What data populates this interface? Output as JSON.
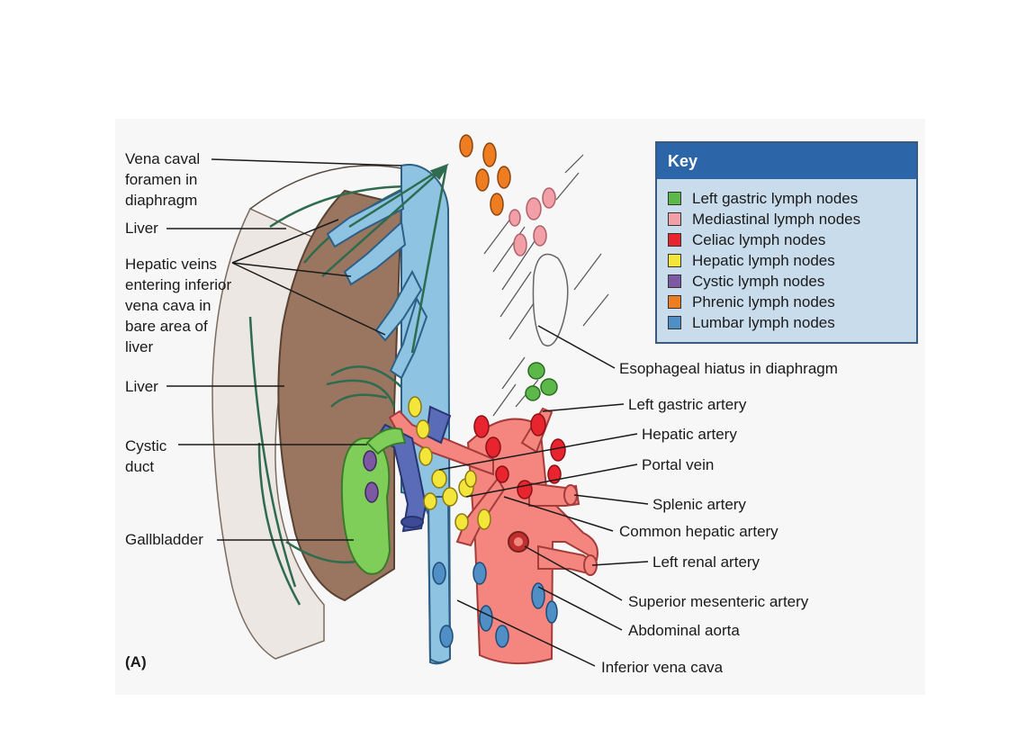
{
  "figure": {
    "panel_letter": "(A)",
    "labels": {
      "vena_caval_foramen": "Vena caval\nforamen in\ndiaphragm",
      "liver_upper": "Liver",
      "hepatic_veins": "Hepatic veins\nentering inferior\nvena cava in\nbare area of\nliver",
      "liver_lower": "Liver",
      "cystic_duct": "Cystic\nduct",
      "gallbladder": "Gallbladder",
      "esophageal_hiatus": "Esophageal hiatus in diaphragm",
      "left_gastric_artery": "Left gastric artery",
      "hepatic_artery": "Hepatic artery",
      "portal_vein": "Portal vein",
      "splenic_artery": "Splenic artery",
      "common_hepatic_artery": "Common hepatic artery",
      "left_renal_artery": "Left renal artery",
      "superior_mesenteric_artery": "Superior mesenteric artery",
      "abdominal_aorta": "Abdominal aorta",
      "inferior_vena_cava": "Inferior vena cava"
    },
    "key": {
      "title": "Key",
      "items": [
        {
          "label": "Left gastric lymph nodes",
          "color": "#5cb848"
        },
        {
          "label": "Mediastinal lymph nodes",
          "color": "#f2a0a8"
        },
        {
          "label": "Celiac lymph nodes",
          "color": "#e8252e"
        },
        {
          "label": "Hepatic lymph nodes",
          "color": "#f3e53a"
        },
        {
          "label": "Cystic lymph nodes",
          "color": "#7e59a3"
        },
        {
          "label": "Phrenic lymph nodes",
          "color": "#ee7d22"
        },
        {
          "label": "Lumbar lymph nodes",
          "color": "#4f8fc6"
        }
      ]
    },
    "colors": {
      "liver": "#9a7660",
      "vena_cava": "#8ec3e2",
      "aorta": "#f4857f",
      "gallbladder": "#7fce5a",
      "portal_vein": "#5a6bb8",
      "lymphatic_vessel": "#2e6b4f"
    }
  }
}
